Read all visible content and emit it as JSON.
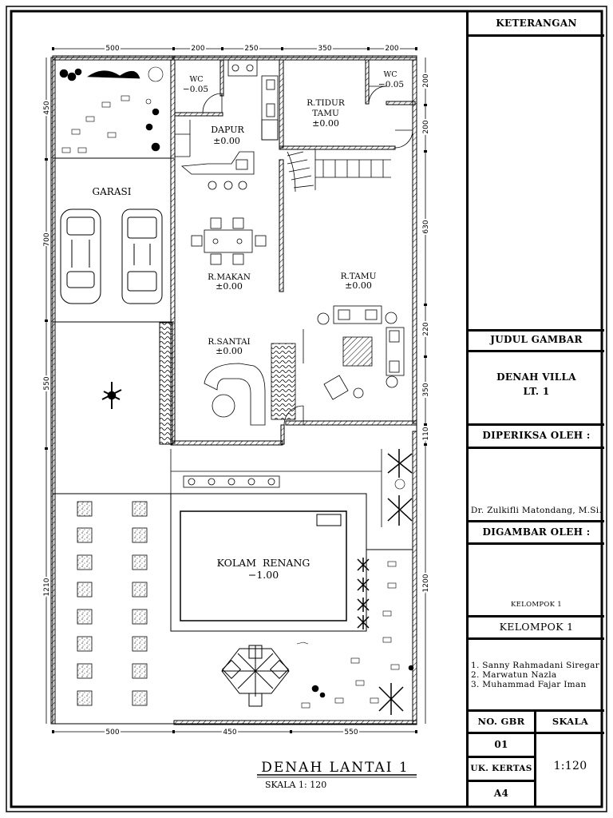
{
  "drawing": {
    "title": "DENAH LANTAI 1",
    "scale_label": "SKALA 1: 120",
    "rooms": {
      "wc1": {
        "name": "WC",
        "level": "−0.05"
      },
      "dapur": {
        "name": "DAPUR",
        "level": "±0.00"
      },
      "tidur": {
        "name1": "R.TIDUR",
        "name2": "TAMU",
        "level": "±0.00"
      },
      "wc2": {
        "name": "WC",
        "level": "−0.05"
      },
      "garasi": {
        "name": "GARASI"
      },
      "makan": {
        "name": "R.MAKAN",
        "level": "±0.00"
      },
      "tamu": {
        "name": "R.TAMU",
        "level": "±0.00"
      },
      "santai": {
        "name": "R.SANTAI",
        "level": "±0.00"
      },
      "kolam": {
        "name": "KOLAM  RENANG",
        "level": "−1.00"
      }
    },
    "dims_top": [
      "500",
      "200",
      "250",
      "350",
      "200"
    ],
    "dims_left": [
      "450",
      "700",
      "550",
      "1210"
    ],
    "dims_right": [
      "200",
      "200",
      "630",
      "220",
      "350",
      "110",
      "1200"
    ],
    "dims_bottom": [
      "500",
      "450",
      "550"
    ]
  },
  "titleblock": {
    "keterangan": "KETERANGAN",
    "judul_label": "JUDUL GAMBAR",
    "judul_line1": "DENAH VILLA",
    "judul_line2": "LT. 1",
    "diperiksa_label": "DIPERIKSA OLEH :",
    "diperiksa_name": "Dr. Zulkifli Matondang, M.Si.",
    "digambar_label": "DIGAMBAR OLEH :",
    "digambar_small": "KELOMPOK 1",
    "kelompok": "KELOMPOK 1",
    "members": [
      "1. Sanny Rahmadani Siregar",
      "2. Marwatun Nazla",
      "3. Muhammad Fajar Iman"
    ],
    "no_gbr_label": "NO. GBR",
    "skala_label": "SKALA",
    "no_gbr": "01",
    "skala": "1:120",
    "kertas_label": "UK. KERTAS",
    "kertas": "A4"
  },
  "colors": {
    "line": "#000000",
    "background": "#ffffff"
  }
}
